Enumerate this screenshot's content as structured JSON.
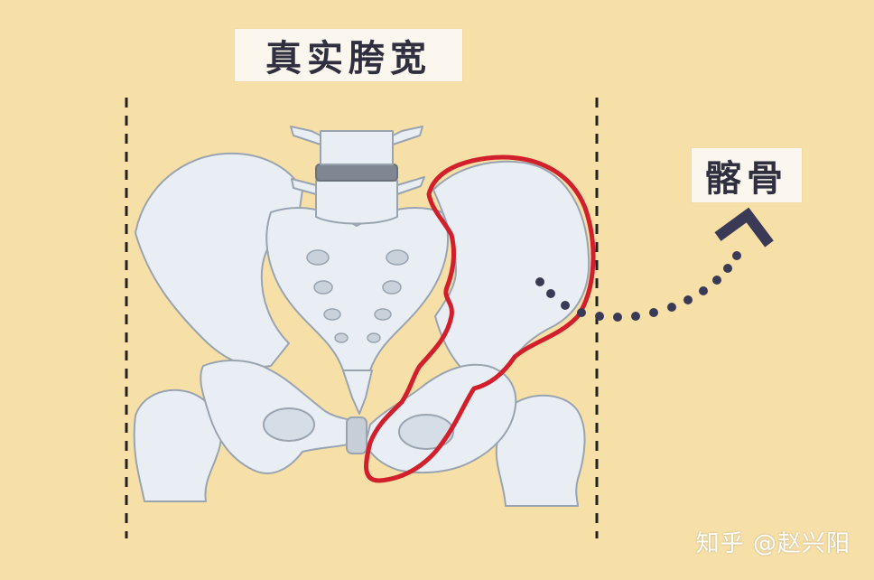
{
  "title": "真实胯宽",
  "ilium_label": "髂骨",
  "watermark": "知乎 @赵兴阳",
  "colors": {
    "background": "#f7e0a8",
    "bone": "#e8eef4",
    "bone_stroke": "#9aa4b0",
    "highlight": "#d11f2b",
    "arrow": "#3b3a56",
    "label_bg": "#fbf7ef"
  }
}
